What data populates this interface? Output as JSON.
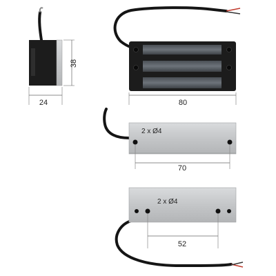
{
  "dimensions": {
    "side_width": "24",
    "side_height": "38",
    "front_width": "80",
    "mount_hole_spacing": "70",
    "plate_hole_spacing": "52"
  },
  "annotations": {
    "mount_holes": "2 x Ø4",
    "plate_holes": "2 x Ø4"
  },
  "colors": {
    "body_black": "#1c1c1c",
    "metal_silver": "#c7c9cb",
    "cable": "#151515",
    "wire_red": "#c0392b",
    "dim_line": "#666666"
  }
}
